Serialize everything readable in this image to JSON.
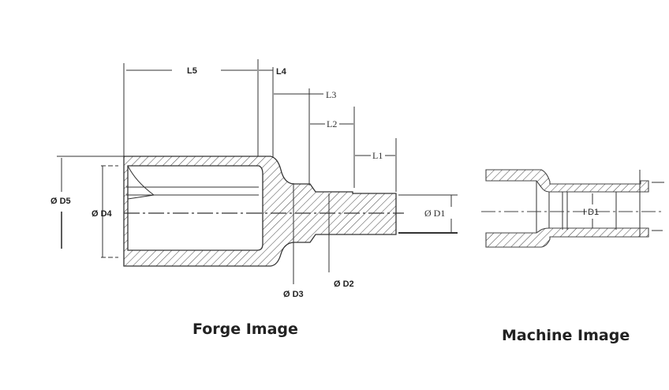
{
  "forge": {
    "caption": "Forge Image",
    "labels": {
      "L5": "L5",
      "L4": "L4",
      "L3": "L3",
      "L2": "L2",
      "L1": "L1",
      "D5": "Ø D5",
      "D4": "Ø D4",
      "D3": "Ø D3",
      "D2": "Ø D2",
      "D1": "Ø D1"
    }
  },
  "machine": {
    "caption": "Machine Image",
    "labels": {
      "ID1": "I D1"
    }
  }
}
